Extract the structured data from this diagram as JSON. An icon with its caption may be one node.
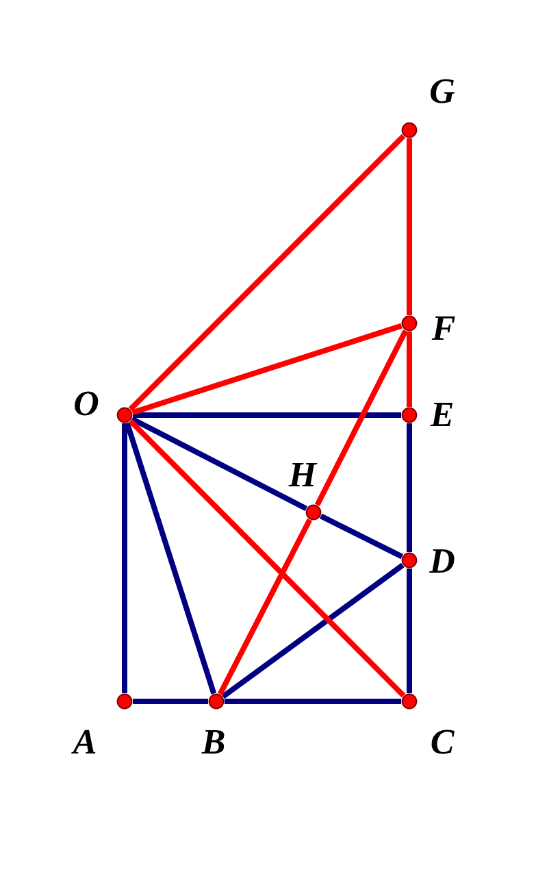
{
  "diagram": {
    "nodes": [
      {
        "text": [
          "G"
        ]
      },
      {
        "text": [
          "F"
        ]
      },
      {
        "text": [
          "O"
        ]
      },
      {
        "text": [
          "E"
        ]
      },
      {
        "text": [
          "H"
        ]
      },
      {
        "text": [
          "D"
        ]
      },
      {
        "text": [
          "A"
        ]
      },
      {
        "text": [
          "B"
        ]
      },
      {
        "text": [
          "C"
        ]
      }
    ],
    "edges": [
      {
        "from": 2,
        "to": 3,
        "arrow": "none"
      },
      {
        "from": 2,
        "to": 6,
        "arrow": "none"
      },
      {
        "from": 6,
        "to": 7,
        "arrow": "none"
      },
      {
        "from": 7,
        "to": 8,
        "arrow": "none"
      },
      {
        "from": 8,
        "to": 5,
        "arrow": "none"
      },
      {
        "from": 5,
        "to": 3,
        "arrow": "none"
      },
      {
        "from": 2,
        "to": 7,
        "arrow": "none"
      },
      {
        "from": 2,
        "to": 4,
        "arrow": "none"
      },
      {
        "from": 4,
        "to": 5,
        "arrow": "none"
      },
      {
        "from": 7,
        "to": 5,
        "arrow": "none"
      },
      {
        "from": 2,
        "to": 0,
        "arrow": "none",
        "color": "#ff0000"
      },
      {
        "from": 2,
        "to": 1,
        "arrow": "none",
        "color": "#ff0000"
      },
      {
        "from": 2,
        "to": 8,
        "arrow": "none",
        "color": "#ff0000"
      },
      {
        "from": 0,
        "to": 1,
        "arrow": "none",
        "color": "#ff0000"
      },
      {
        "from": 1,
        "to": 3,
        "arrow": "none",
        "color": "#ff0000"
      },
      {
        "from": 7,
        "to": 4,
        "arrow": "none",
        "color": "#ff0000"
      },
      {
        "from": 4,
        "to": 1,
        "arrow": "none",
        "color": "#ff0000"
      }
    ]
  }
}
